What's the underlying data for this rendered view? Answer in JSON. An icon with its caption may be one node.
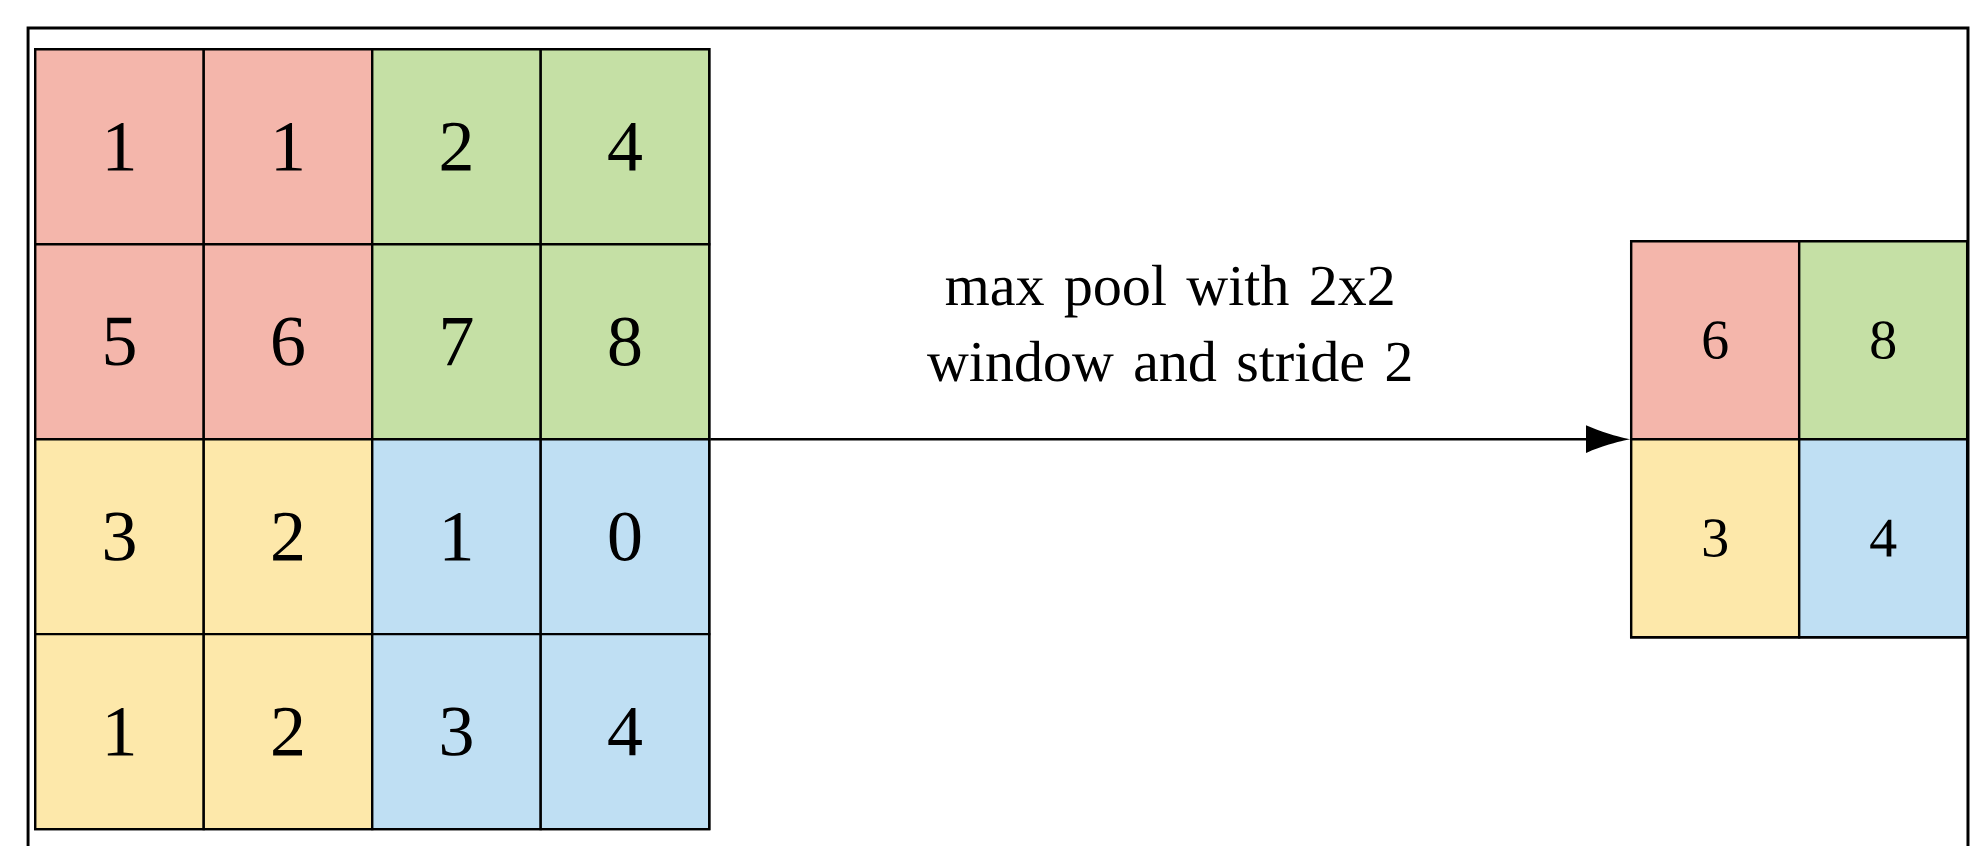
{
  "diagram": {
    "nodes": [
      {
        "text": [],
        "shape": "box"
      },
      {
        "text": [
          "1"
        ],
        "in": 0
      },
      {
        "text": [
          "1"
        ],
        "in": 0
      },
      {
        "text": [
          "2"
        ],
        "in": 0
      },
      {
        "text": [
          "4"
        ],
        "in": 0
      },
      {
        "text": [
          "5"
        ],
        "in": 0
      },
      {
        "text": [
          "6"
        ],
        "in": 0
      },
      {
        "text": [
          "7"
        ],
        "in": 0
      },
      {
        "text": [
          "8"
        ],
        "in": 0
      },
      {
        "text": [
          "3"
        ],
        "in": 0
      },
      {
        "text": [
          "2"
        ],
        "in": 0
      },
      {
        "text": [
          "1"
        ],
        "in": 0
      },
      {
        "text": [
          "0"
        ],
        "in": 0
      },
      {
        "text": [
          "1"
        ],
        "in": 0
      },
      {
        "text": [
          "2"
        ],
        "in": 0
      },
      {
        "text": [
          "3"
        ],
        "in": 0
      },
      {
        "text": [
          "4"
        ],
        "in": 0
      },
      {
        "text": [],
        "shape": "box"
      },
      {
        "text": [
          "6"
        ],
        "in": 17
      },
      {
        "text": [
          "8"
        ],
        "in": 17
      },
      {
        "text": [
          "3"
        ],
        "in": 17
      },
      {
        "text": [
          "4"
        ],
        "in": 17
      }
    ],
    "edges": [
      {
        "from": 0,
        "to": 17,
        "arrow": "to",
        "label": "max pool with 2x2 window and stride 2"
      }
    ]
  }
}
